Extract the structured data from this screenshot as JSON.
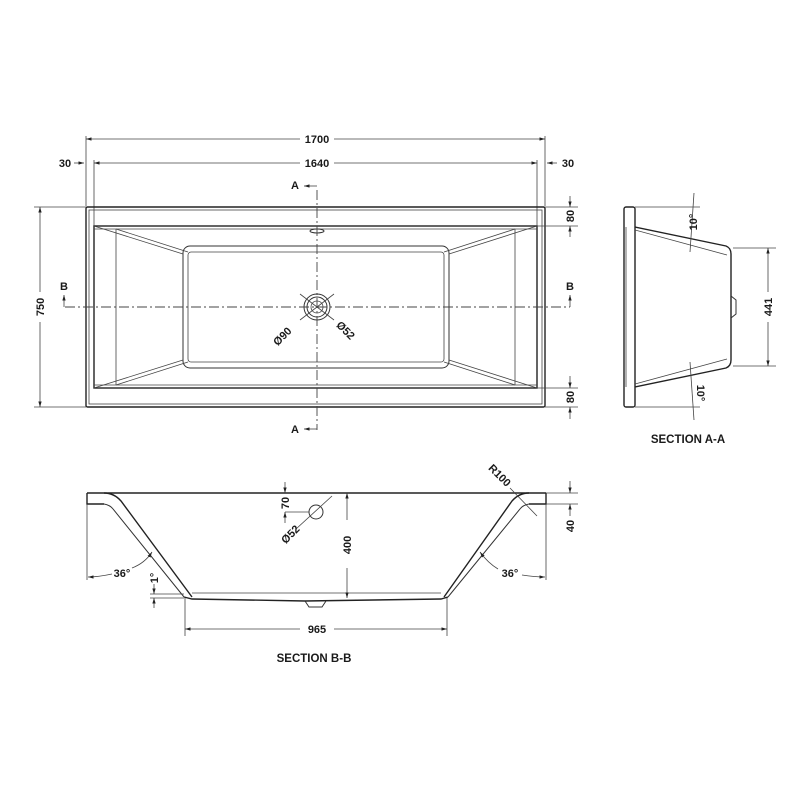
{
  "drawing": {
    "subject": "Rectangular double-ended bath technical drawing",
    "line_color": "#333333",
    "background": "#ffffff"
  },
  "plan_view": {
    "overall_length": "1700",
    "inner_length": "1640",
    "rim_left": "30",
    "rim_right": "30",
    "overall_width": "750",
    "rim_top": "80",
    "rim_bottom": "80",
    "section_a_top": "A",
    "section_a_bottom": "A",
    "section_b_left": "B",
    "section_b_right": "B",
    "waste_outer_diameter": "Ø90",
    "waste_inner_diameter": "Ø52"
  },
  "section_a": {
    "title": "SECTION A-A",
    "angle_top": "10°",
    "angle_bottom": "10°",
    "floor_width": "441"
  },
  "section_b": {
    "title": "SECTION B-B",
    "overflow_offset": "70",
    "overflow_diameter": "Ø52",
    "depth": "400",
    "rim_radius": "R100",
    "rim_thickness": "40",
    "angle_left": "36°",
    "angle_right": "36°",
    "floor_slope": "1°",
    "floor_length": "965"
  }
}
